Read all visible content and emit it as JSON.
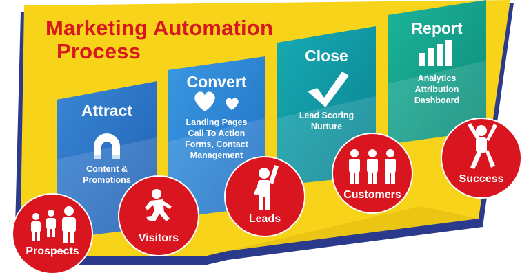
{
  "title": {
    "line1": "Marketing Automation",
    "line2": "Process"
  },
  "colors": {
    "banner_yellow": "#f7d31a",
    "banner_dark": "#2b3a8c",
    "attract_blue": "#2e75c9",
    "convert_blue": "#2f8ad8",
    "close_teal": "#0fa0a8",
    "report_teal": "#13a58e",
    "circle_red": "#d9161f",
    "title_red": "#d7191f"
  },
  "panels": [
    {
      "heading": "Attract",
      "icon": "magnet-icon",
      "lines": [
        "Content &",
        "Promotions"
      ]
    },
    {
      "heading": "Convert",
      "icon": "hearts-icon",
      "lines": [
        "Landing Pages",
        "Call To Action",
        "Forms, Contact",
        "Management"
      ]
    },
    {
      "heading": "Close",
      "icon": "checkmark-icon",
      "lines": [
        "Lead Scoring",
        "Nurture"
      ]
    },
    {
      "heading": "Report",
      "icon": "bar-chart-icon",
      "lines": [
        "Analytics",
        "Attribution",
        "Dashboard"
      ]
    }
  ],
  "stages": [
    {
      "label": "Prospects",
      "icon": "group-people-icon"
    },
    {
      "label": "Visitors",
      "icon": "running-person-icon"
    },
    {
      "label": "Leads",
      "icon": "raised-hand-person-icon"
    },
    {
      "label": "Customers",
      "icon": "three-people-icon"
    },
    {
      "label": "Success",
      "icon": "celebrating-person-icon"
    }
  ]
}
